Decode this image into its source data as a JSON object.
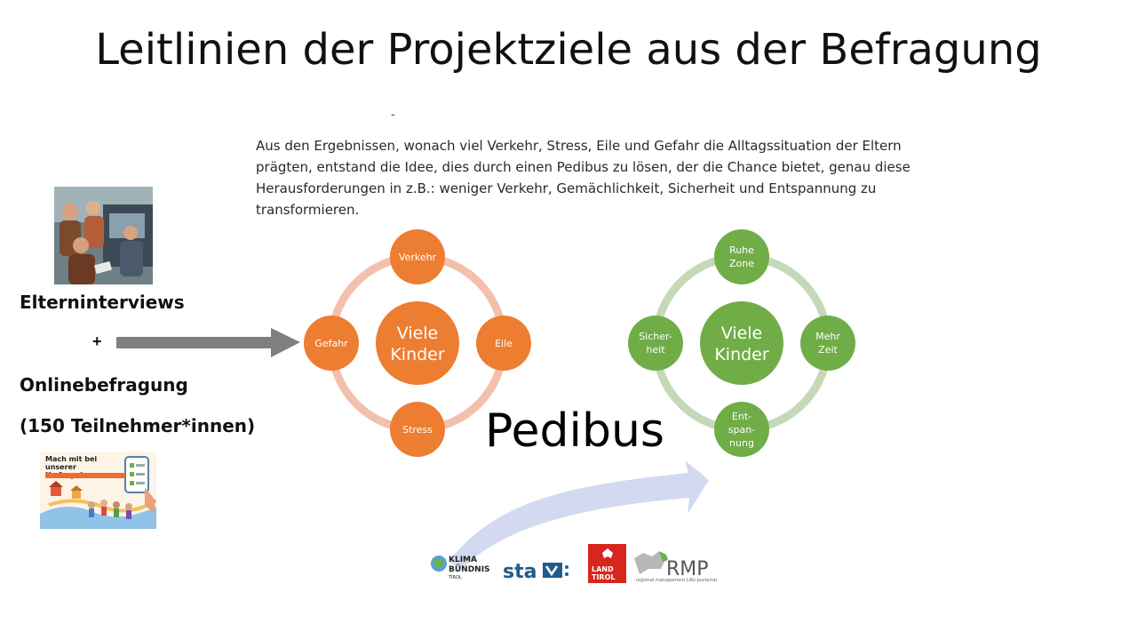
{
  "title": "Leitlinien der Projektziele aus der Befragung",
  "intro_text": "Aus den Ergebnissen, wonach viel Verkehr, Stress, Eile und Gefahr die Alltagssituation der Eltern prägten, entstand die Idee, dies durch einen Pedibus zu lösen, der die Chance bietet, genau diese Herausforderungen in z.B.: weniger Verkehr, Gemächlichkeit, Sicherheit und Entspannung zu transformieren.",
  "left": {
    "interviews_label": "Elterninterviews",
    "plus": "+",
    "online_label": "Onlinebefragung",
    "participants_label": "(150 Teilnehmer*innen)",
    "survey_image_text": "Mach mit bei unserer Umfrage!"
  },
  "cycle_problems": {
    "center": [
      "Viele",
      "Kinder"
    ],
    "nodes": {
      "top": "Verkehr",
      "right": "Eile",
      "bottom": "Stress",
      "left": "Gefahr"
    },
    "node_color": "#ed7d31",
    "ring_color": "#f4c0ae"
  },
  "cycle_solutions": {
    "center": [
      "Viele",
      "Kinder"
    ],
    "nodes": {
      "top": [
        "Ruhe",
        "Zone"
      ],
      "right": [
        "Mehr",
        "Zeit"
      ],
      "bottom": [
        "Ent-",
        "span-",
        "nung"
      ],
      "left": [
        "Sicher-",
        "heit"
      ]
    },
    "node_color": "#70ad47",
    "ring_color": "#c5d9b8"
  },
  "pedibus_label": "Pedibus",
  "logos": {
    "klima_line1": "KLIMA",
    "klima_line2": "BÜNDNIS",
    "klima_line3": "TIROL",
    "sta": "sta",
    "land_line1": "LAND",
    "land_line2": "TIROL",
    "rmp": "RMP",
    "rmp_sub": "regional management LAG pustertal"
  }
}
